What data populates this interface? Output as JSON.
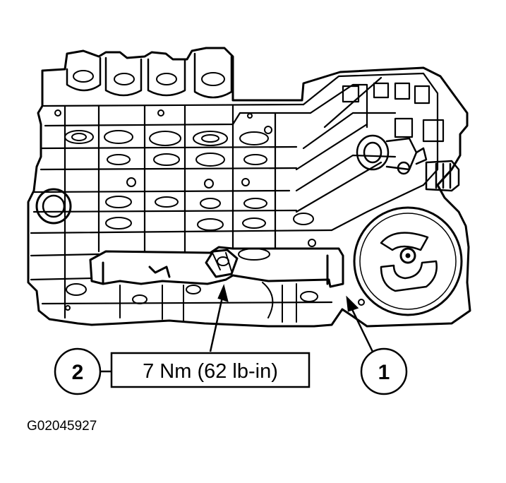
{
  "callouts": {
    "left_number": "2",
    "right_number": "1",
    "torque_spec": "7 Nm (62 lb-in)"
  },
  "figure_id": "G02045927",
  "colors": {
    "ink": "#000000",
    "paper": "#ffffff"
  },
  "illustration": {
    "subject_icon": "valve-body-casting-illustration",
    "subject_parts": [
      "valve-body-casting",
      "retaining-plate-bracket",
      "bolt",
      "accumulator-cover"
    ]
  }
}
